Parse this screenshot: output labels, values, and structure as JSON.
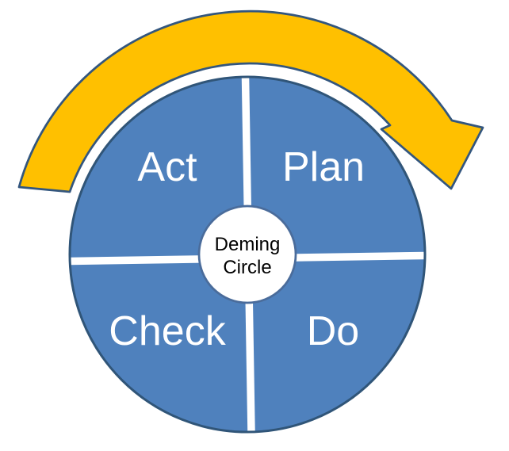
{
  "diagram": {
    "type": "deming-circle-pdca-cycle",
    "center_label": {
      "line1": "Deming",
      "line2": "Circle"
    },
    "quadrants": [
      {
        "label": "Act",
        "position": "top-left"
      },
      {
        "label": "Plan",
        "position": "top-right"
      },
      {
        "label": "Check",
        "position": "bottom-left"
      },
      {
        "label": "Do",
        "position": "bottom-right"
      }
    ],
    "arrow": {
      "direction": "clockwise"
    },
    "colors": {
      "background": "#FFFFFF",
      "quadrant_fill": "#4F81BD",
      "circle_outline": "#305578",
      "divider": "#FFFFFF",
      "hub_fill": "#FFFFFF",
      "hub_outline": "#4A6C9B",
      "label_text": "#FFFFFF",
      "hub_text": "#000000",
      "arrow_fill": "#FFC000",
      "arrow_outline": "#33567E"
    }
  }
}
